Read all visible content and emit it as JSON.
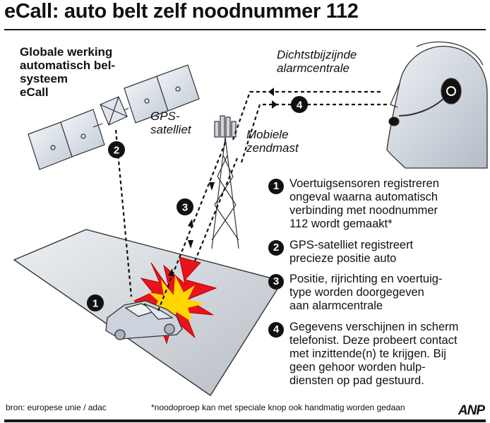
{
  "title": "eCall: auto belt zelf noodnummer 112",
  "labels": {
    "system": "Globale werking\nautomatisch bel-\nsysteem\neCall",
    "satellite": "GPS-\nsatelliet",
    "tower": "Mobiele\nzendmast",
    "center": "Dichtstbijzijnde\nalarmcentrale"
  },
  "badges": [
    "1",
    "2",
    "3",
    "4"
  ],
  "legend": [
    {
      "num": "1",
      "text": "Voertuigsensoren registreren\nongeval waarna automatisch\nverbinding met noodnummer\n112 wordt gemaakt*"
    },
    {
      "num": "2",
      "text": "GPS-satelliet registreert\nprecieze positie auto"
    },
    {
      "num": "3",
      "text": "Positie, rijrichting en voertuig-\ntype worden doorgegeven\naan alarmcentrale"
    },
    {
      "num": "4",
      "text": "Gegevens verschijnen in scherm\ntelefonist. Deze probeert contact\nmet inzittende(n) te krijgen. Bij\ngeen gehoor worden hulp-\ndiensten op pad gestuurd."
    }
  ],
  "footer": {
    "source": "bron: europese unie / adac",
    "note": "*noodoproep kan met speciale knop ook handmatig worden gedaan",
    "logo": "ANP"
  },
  "colors": {
    "ink": "#111111",
    "panel": "#d4dbe4",
    "ground": "#c9ced4",
    "explosion_outer": "#e8131d",
    "explosion_inner": "#ffd600"
  }
}
